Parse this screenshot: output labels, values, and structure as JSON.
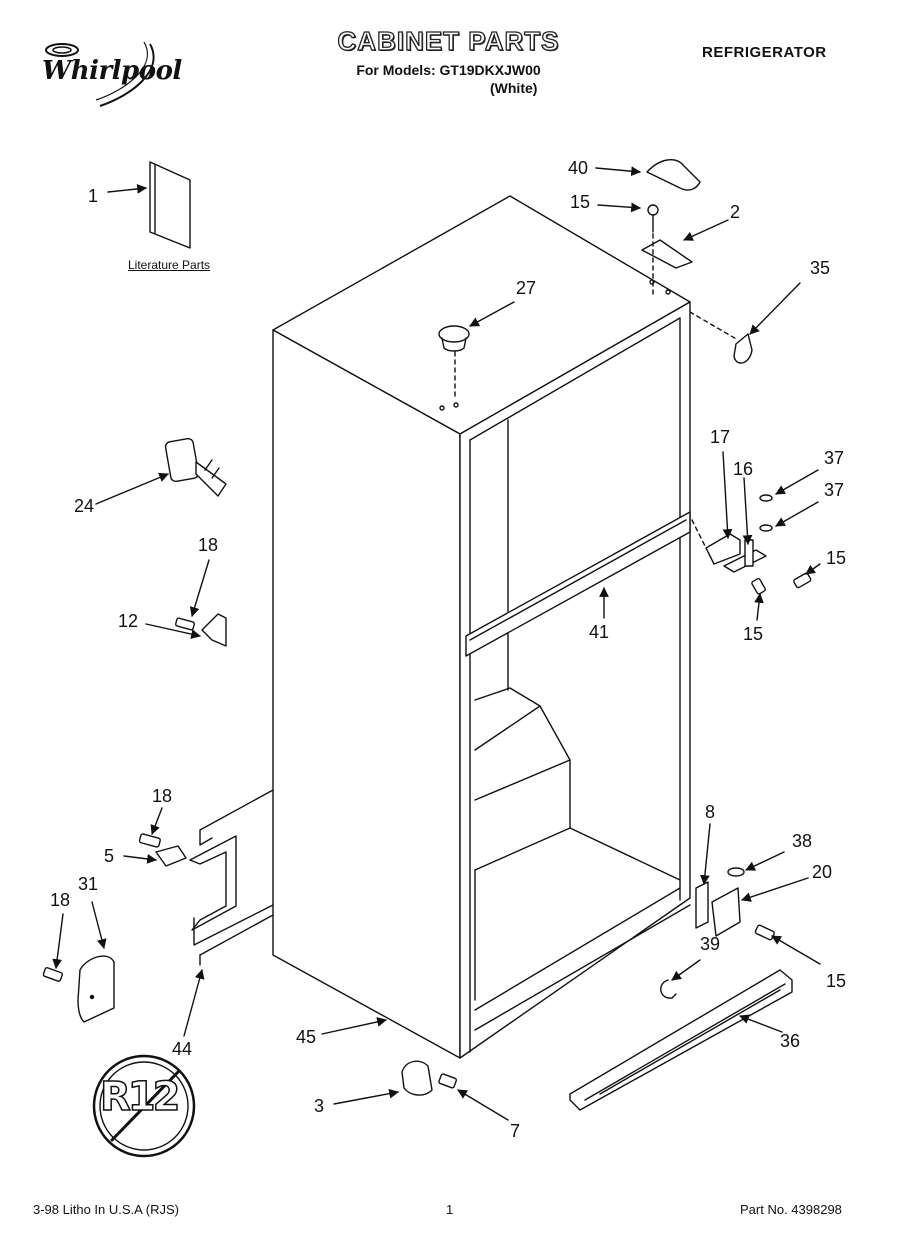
{
  "header": {
    "brand": "Whirlpool",
    "title": "CABINET PARTS",
    "model_line": "For Models: GT19DKXJW00",
    "variant": "(White)",
    "category": "REFRIGERATOR"
  },
  "literature_label": "Literature Parts",
  "callouts": [
    {
      "id": "c1",
      "label": "1"
    },
    {
      "id": "c2",
      "label": "2"
    },
    {
      "id": "c3",
      "label": "3"
    },
    {
      "id": "c5",
      "label": "5"
    },
    {
      "id": "c7",
      "label": "7"
    },
    {
      "id": "c8",
      "label": "8"
    },
    {
      "id": "c12",
      "label": "12"
    },
    {
      "id": "c15a",
      "label": "15"
    },
    {
      "id": "c15b",
      "label": "15"
    },
    {
      "id": "c15c",
      "label": "15"
    },
    {
      "id": "c15d",
      "label": "15"
    },
    {
      "id": "c16",
      "label": "16"
    },
    {
      "id": "c17",
      "label": "17"
    },
    {
      "id": "c18a",
      "label": "18"
    },
    {
      "id": "c18b",
      "label": "18"
    },
    {
      "id": "c18c",
      "label": "18"
    },
    {
      "id": "c20",
      "label": "20"
    },
    {
      "id": "c24",
      "label": "24"
    },
    {
      "id": "c27",
      "label": "27"
    },
    {
      "id": "c31",
      "label": "31"
    },
    {
      "id": "c35",
      "label": "35"
    },
    {
      "id": "c36",
      "label": "36"
    },
    {
      "id": "c37a",
      "label": "37"
    },
    {
      "id": "c37b",
      "label": "37"
    },
    {
      "id": "c38",
      "label": "38"
    },
    {
      "id": "c39",
      "label": "39"
    },
    {
      "id": "c40",
      "label": "40"
    },
    {
      "id": "c41",
      "label": "41"
    },
    {
      "id": "c44",
      "label": "44"
    },
    {
      "id": "c45",
      "label": "45"
    }
  ],
  "badge_text": "R12",
  "footer": {
    "left": "3-98 Litho In U.S.A (RJS)",
    "page": "1",
    "part_no": "Part No. 4398298"
  }
}
